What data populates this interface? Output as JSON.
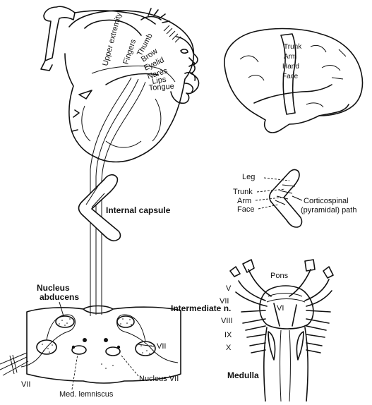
{
  "homunculus": {
    "labels": [
      "Upper extremity",
      "Fingers",
      "Thumb",
      "Brow",
      "Eyelid",
      "Nares",
      "Lips",
      "Tongue"
    ]
  },
  "lateral_brain": {
    "labels": [
      "Trunk",
      "Arm",
      "Hand",
      "Face"
    ]
  },
  "capsule": {
    "internal_capsule": "Internal capsule",
    "leg": "Leg",
    "trunk": "Trunk",
    "arm": "Arm",
    "face": "Face",
    "corticospinal_line1": "Corticospinal",
    "corticospinal_line2": "(pyramidal) path"
  },
  "pons_section": {
    "nucleus_abducens_line1": "Nucleus",
    "nucleus_abducens_line2": "abducens",
    "vii_right": "VII",
    "vii_left": "VII",
    "nucleus_vii": "Nucleus VII",
    "med_lemniscus": "Med. lemniscus"
  },
  "brainstem": {
    "pons": "Pons",
    "v": "V",
    "vi": "VI",
    "vii": "VII",
    "intermediate": "Intermediate n.",
    "viii": "VIII",
    "ix": "IX",
    "x": "X",
    "medulla": "Medulla"
  }
}
